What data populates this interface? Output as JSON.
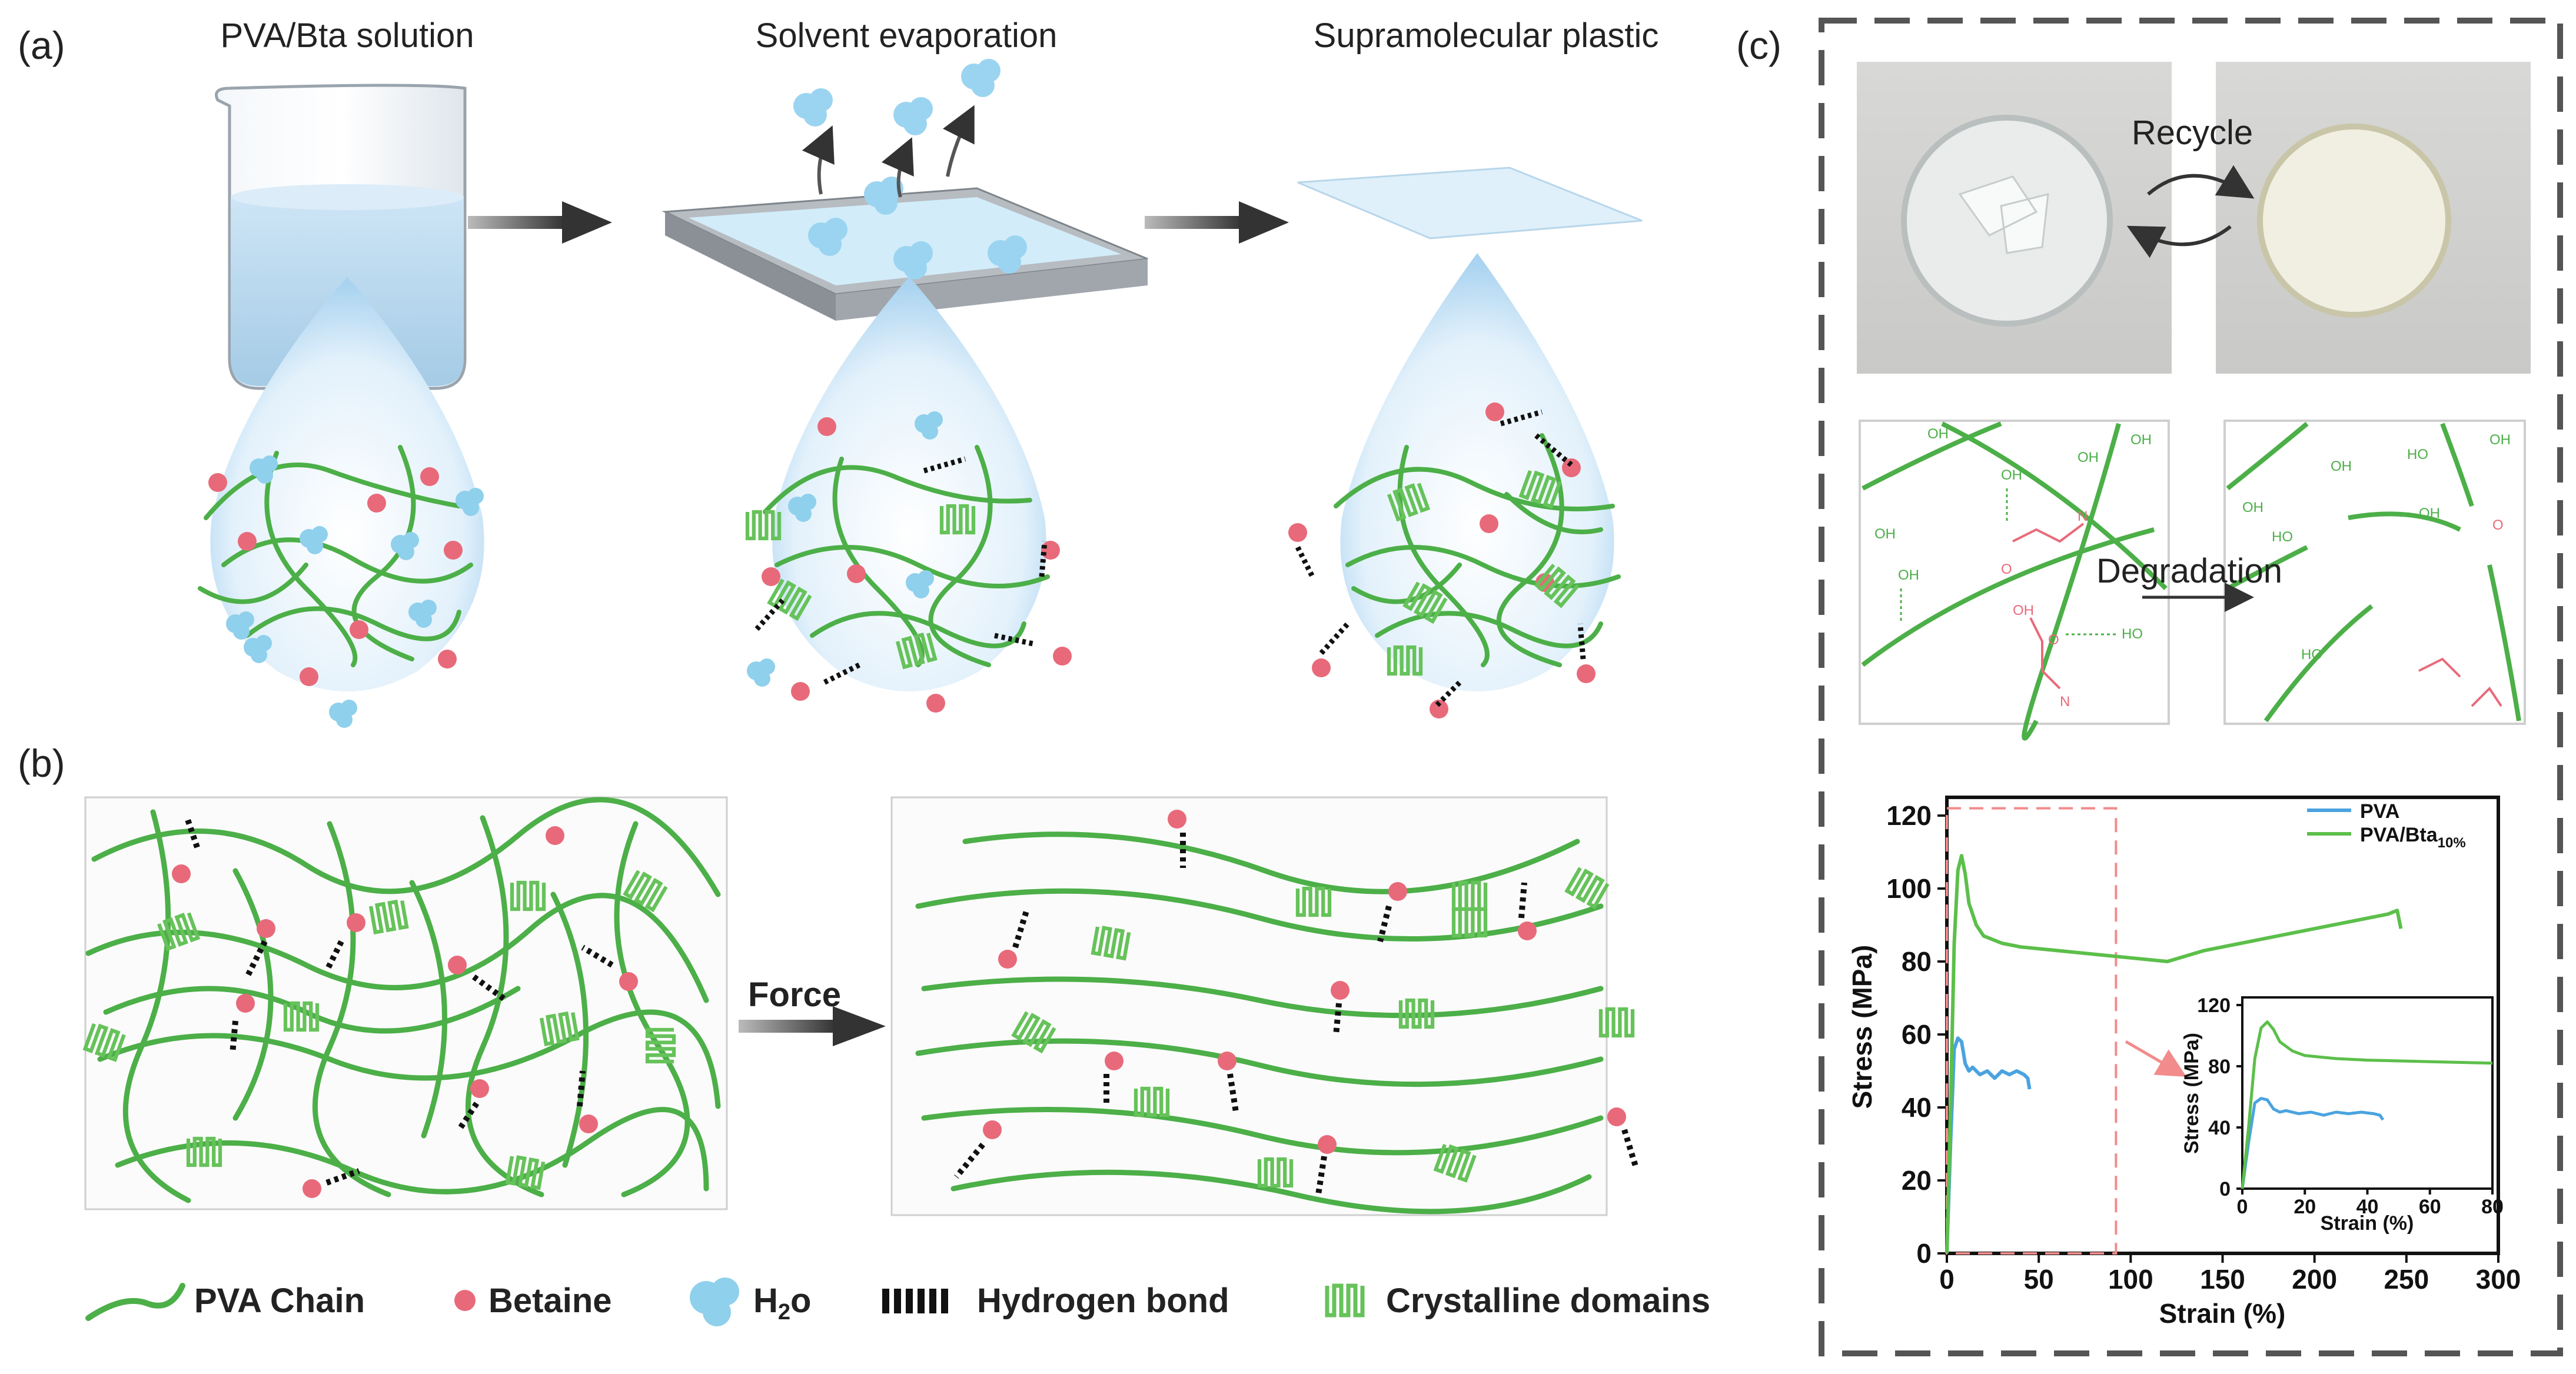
{
  "panels": {
    "a": {
      "label": "(a)",
      "steps": [
        "PVA/Bta solution",
        "Solvent evaporation",
        "Supramolecular plastic"
      ]
    },
    "b": {
      "label": "(b)",
      "arrow_label": "Force"
    },
    "c": {
      "label": "(c)",
      "recycle_label": "Recycle",
      "degradation_label": "Degradation"
    }
  },
  "legend": {
    "pva_chain": "PVA Chain",
    "betaine": "Betaine",
    "water_main": "H",
    "water_sub": "2",
    "water_tail": "o",
    "hbond": "Hydrogen bond",
    "crystal": "Crystalline domains"
  },
  "colors": {
    "chain": "#4caf48",
    "betaine": "#e86a7a",
    "water": "#8fd0ec",
    "pva_line": "#4aa3df",
    "blend_line": "#5cbf4a",
    "zoom_box": "#f28b8b"
  },
  "chart_data": {
    "type": "line",
    "xlabel": "Strain (%)",
    "ylabel": "Stress (MPa)",
    "xlim": [
      0,
      300
    ],
    "ylim": [
      0,
      125
    ],
    "xticks": [
      0,
      50,
      100,
      150,
      200,
      250,
      300
    ],
    "yticks": [
      0,
      20,
      40,
      60,
      80,
      100,
      120
    ],
    "legend_position": "top-right",
    "series": [
      {
        "name": "PVA",
        "color": "#4aa3df",
        "x": [
          0,
          2,
          4,
          6,
          8,
          10,
          12,
          14,
          18,
          22,
          26,
          30,
          34,
          38,
          42,
          44,
          45
        ],
        "y": [
          0,
          30,
          56,
          59,
          58,
          52,
          50,
          51,
          49,
          50,
          48,
          50,
          49,
          50,
          49,
          48,
          45
        ]
      },
      {
        "name_main": "PVA/Bta",
        "name_sub": "10%",
        "color": "#5cbf4a",
        "x": [
          0,
          2,
          4,
          6,
          8,
          10,
          12,
          16,
          20,
          30,
          40,
          60,
          80,
          100,
          120,
          140,
          160,
          180,
          200,
          220,
          240,
          245,
          247
        ],
        "y": [
          0,
          40,
          85,
          105,
          109,
          104,
          96,
          90,
          87,
          85,
          84,
          83,
          82,
          81,
          80,
          83,
          85,
          87,
          89,
          91,
          93,
          94,
          89
        ]
      }
    ],
    "inset": {
      "xlabel": "Strain (%)",
      "ylabel": "Stress (MPa)",
      "xlim": [
        0,
        80
      ],
      "ylim": [
        0,
        125
      ],
      "xticks": [
        0,
        20,
        40,
        60,
        80
      ],
      "yticks": [
        0,
        40,
        80,
        120
      ]
    },
    "zoom_box": {
      "x": [
        0,
        92
      ],
      "y": [
        0,
        122
      ]
    }
  }
}
